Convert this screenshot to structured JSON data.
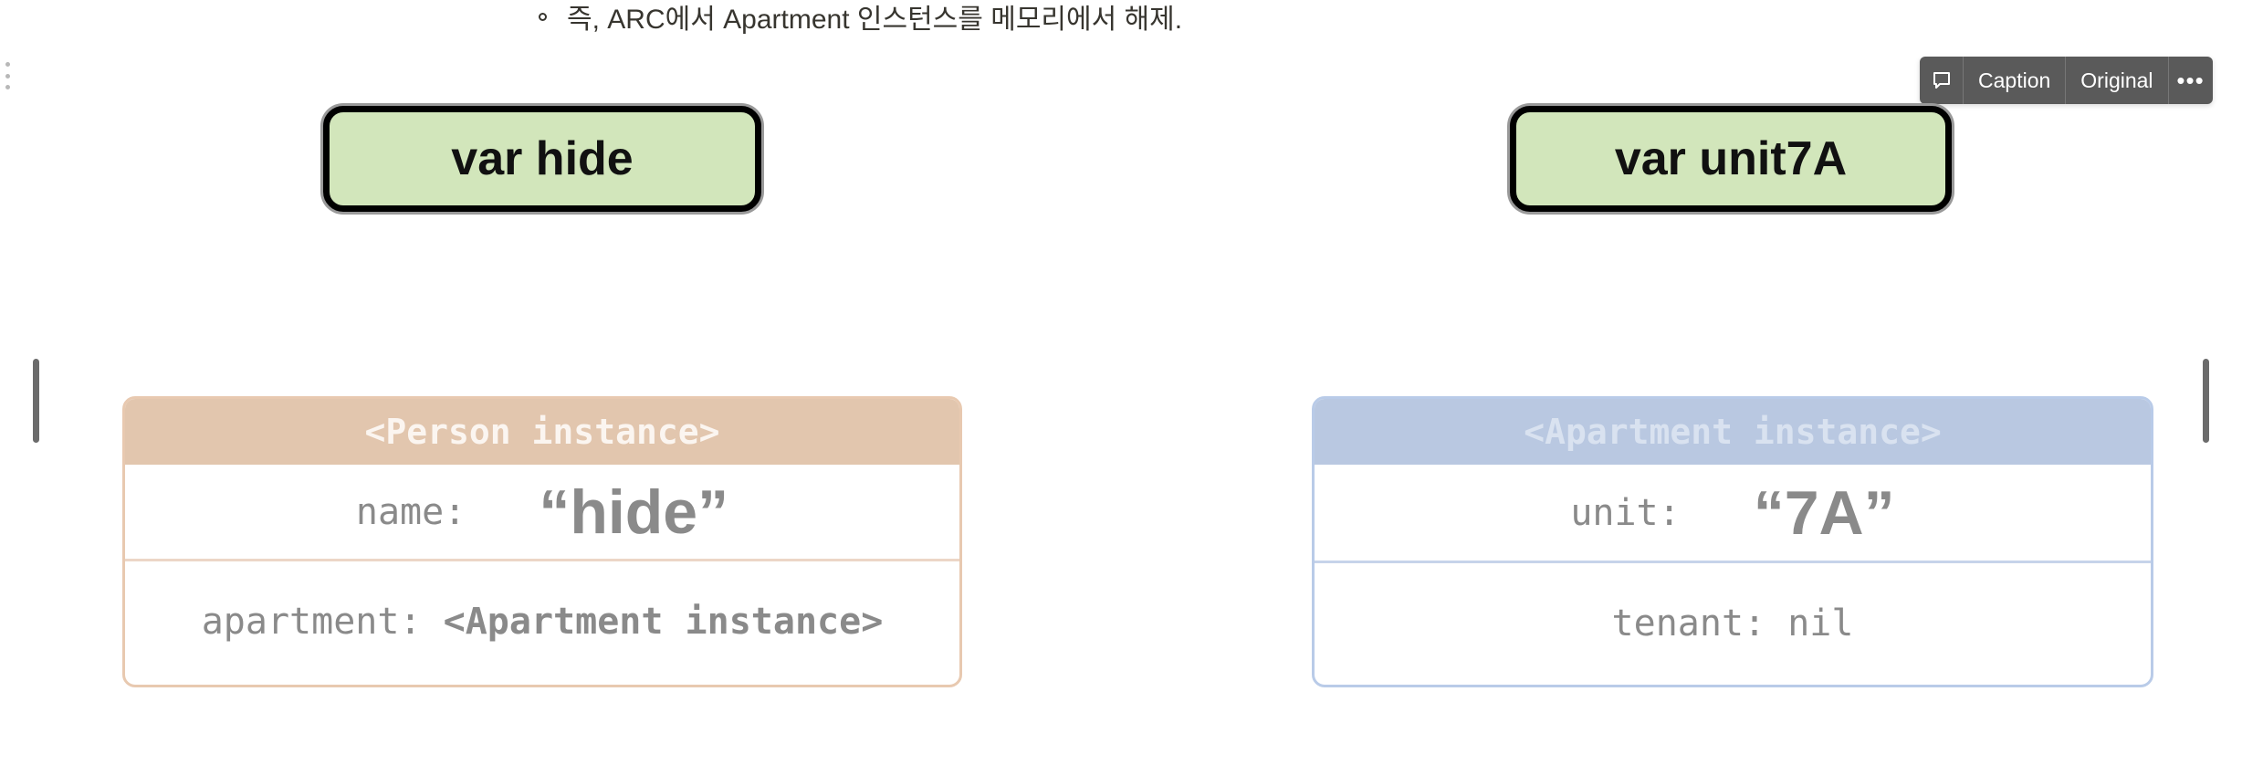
{
  "bullet": {
    "text": "즉, ARC에서 Apartment 인스턴스를 메모리에서 해제."
  },
  "toolbar": {
    "comment_icon": "comment-icon",
    "caption_label": "Caption",
    "original_label": "Original",
    "more_label": "•••"
  },
  "diagram": {
    "var_hide": "var hide",
    "var_unit7a": "var unit7A",
    "person": {
      "header": "<Person instance>",
      "name_label": "name:",
      "name_value": "“hide”",
      "apartment_label": "apartment:",
      "apartment_value": "<Apartment instance>"
    },
    "apartment": {
      "header": "<Apartment instance>",
      "unit_label": "unit:",
      "unit_value": "“7A”",
      "tenant_label": "tenant:",
      "tenant_value": "nil"
    },
    "colors": {
      "var_fill": "#d2e6bb",
      "person_header": "#e2c6ae",
      "apartment_header": "#b9c8e1"
    }
  }
}
